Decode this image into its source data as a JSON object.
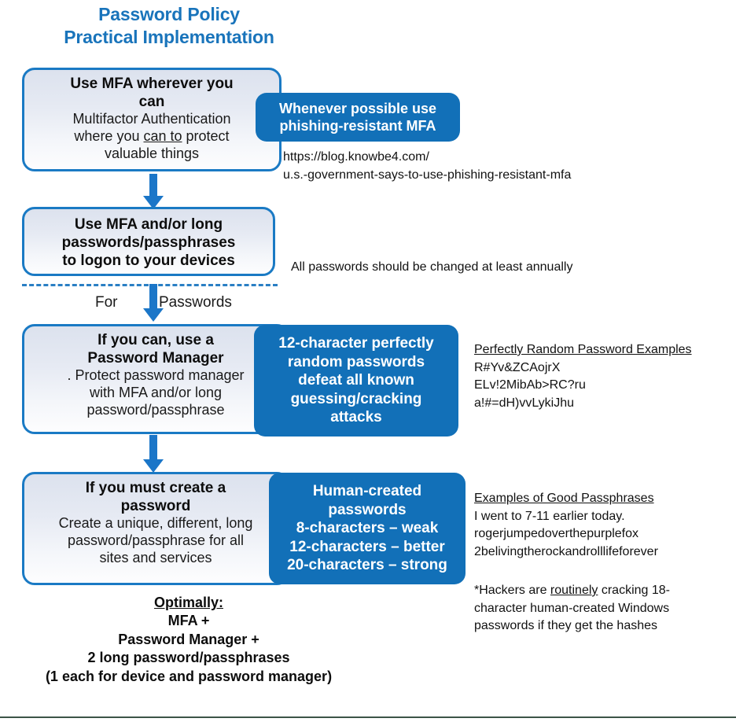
{
  "title": {
    "line1": "Password Policy",
    "line2": "Practical Implementation",
    "color": "#1974bb"
  },
  "colors": {
    "accent_blue": "#1270b8",
    "box_border": "#1a7ac4",
    "arrow": "#1b76c8",
    "title": "#1974bb",
    "footer_rule": "#3c5448"
  },
  "steps": [
    {
      "id": "step-mfa-anywhere",
      "heading_line1": "Use MFA wherever you",
      "heading_line2": "can",
      "body_line1": "Multifactor Authentication",
      "body_line2_pre": "where you ",
      "body_line2_underlined": "can to",
      "body_line2_post": " protect",
      "body_line3": "valuable things"
    },
    {
      "id": "step-mfa-logon",
      "heading_line1": "Use MFA and/or long",
      "heading_line2": "passwords/passphrases",
      "heading_line3": "to logon to your devices"
    },
    {
      "id": "step-password-manager",
      "heading_line1": "If you can, use a",
      "heading_line2": "Password Manager",
      "body_line1": ". Protect password manager",
      "body_line2": "with MFA and/or long",
      "body_line3": "password/passphrase"
    },
    {
      "id": "step-create-password",
      "heading_line1": "If you must create a",
      "heading_line2": "password",
      "body_line1": "Create a unique, different, long",
      "body_line2": "password/passphrase for all",
      "body_line3": "sites and services"
    }
  ],
  "callouts": [
    {
      "id": "callout-phishing-resistant",
      "lines": [
        "Whenever possible use",
        "phishing-resistant MFA"
      ]
    },
    {
      "id": "callout-random-passwords",
      "lines": [
        "12-character perfectly",
        "random passwords",
        "defeat all known",
        "guessing/cracking",
        "attacks"
      ]
    },
    {
      "id": "callout-human-created",
      "lines": [
        "Human-created",
        "passwords",
        "8-characters – weak",
        "12-characters – better",
        "20-characters –  strong"
      ]
    }
  ],
  "notes": {
    "source_url": {
      "line1": "https://blog.knowbe4.com/",
      "line2": "u.s.-government-says-to-use-phishing-resistant-mfa"
    },
    "annual_change": "All passwords should be changed at least annually",
    "random_examples": {
      "heading": "Perfectly Random Password Examples",
      "items": [
        "R#Yv&ZCAojrX",
        "ELv!2MibAb>RC?ru",
        "a!#=dH)vvLykiJhu"
      ]
    },
    "passphrase_examples": {
      "heading": "Examples of Good Passphrases",
      "items": [
        "I went to 7-11 earlier today.",
        "rogerjumpedoverthepurplefox",
        "2belivingtherockandrolllifeforever"
      ]
    },
    "hackers_warning": {
      "line1_pre": "*Hackers are ",
      "line1_underlined": "routinely",
      "line1_post": " cracking 18-",
      "line2": "character human-created Windows",
      "line3": "passwords if they get the hashes"
    }
  },
  "divider_label": {
    "before": "For",
    "after": "Passwords"
  },
  "optimally": {
    "heading": "Optimally:",
    "line1": "MFA +",
    "line2": "Password Manager  +",
    "line3": "2 long password/passphrases",
    "line4": "(1 each for device and password manager)"
  }
}
